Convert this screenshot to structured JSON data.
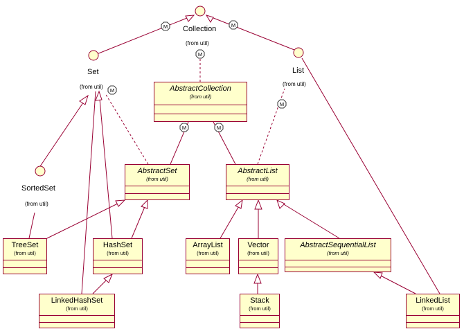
{
  "interfaces": {
    "collection": {
      "name": "Collection",
      "from": "(from util)"
    },
    "set": {
      "name": "Set",
      "from": "(from util)"
    },
    "list": {
      "name": "List",
      "from": "(from util)"
    },
    "sortedset": {
      "name": "SortedSet",
      "from": "(from util)"
    }
  },
  "classes": {
    "abstractcollection": {
      "name": "AbstractCollection",
      "from": "(from util)",
      "abstract": true
    },
    "abstractset": {
      "name": "AbstractSet",
      "from": "(from util)",
      "abstract": true
    },
    "abstractlist": {
      "name": "AbstractList",
      "from": "(from util)",
      "abstract": true
    },
    "treeset": {
      "name": "TreeSet",
      "from": "(from util)",
      "abstract": false
    },
    "hashset": {
      "name": "HashSet",
      "from": "(from util)",
      "abstract": false
    },
    "linkedhashset": {
      "name": "LinkedHashSet",
      "from": "(from util)",
      "abstract": false
    },
    "arraylist": {
      "name": "ArrayList",
      "from": "(from util)",
      "abstract": false
    },
    "vector": {
      "name": "Vector",
      "from": "(from util)",
      "abstract": false
    },
    "abstractsequentiallist": {
      "name": "AbstractSequentialList",
      "from": "(from util)",
      "abstract": true
    },
    "stack": {
      "name": "Stack",
      "from": "(from util)",
      "abstract": false
    },
    "linkedlist": {
      "name": "LinkedList",
      "from": "(from util)",
      "abstract": false
    }
  },
  "markers": {
    "m": "M"
  },
  "colors": {
    "line": "#990033",
    "fill": "#ffffcc",
    "text": "#000000"
  }
}
